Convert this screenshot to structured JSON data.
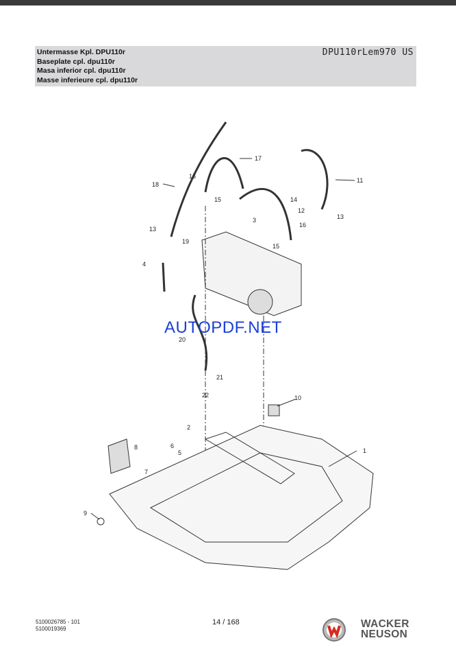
{
  "header": {
    "titles": [
      "Untermasse Kpl. DPU110r",
      "Baseplate cpl. dpu110r",
      "Masa inferior cpl. dpu110r",
      "Masse inferieure cpl. dpu110r"
    ],
    "model": "DPU110rLem970 US"
  },
  "diagram": {
    "callouts": [
      "18",
      "17",
      "11",
      "16",
      "15",
      "14",
      "12",
      "13",
      "3",
      "16",
      "15",
      "13",
      "19",
      "4",
      "20",
      "21",
      "22",
      "10",
      "2",
      "6",
      "5",
      "8",
      "7",
      "1",
      "9"
    ]
  },
  "watermark": "AUTOPDF.NET",
  "footer": {
    "doc_number": "5100026785 - 101",
    "part_number": "5100019369",
    "page": "14 / 168",
    "brand_line1": "WACKER",
    "brand_line2": "NEUSON"
  },
  "colors": {
    "header_bg": "#d9d9db",
    "watermark": "#1a3fd6",
    "logo_red": "#d52b1e"
  }
}
